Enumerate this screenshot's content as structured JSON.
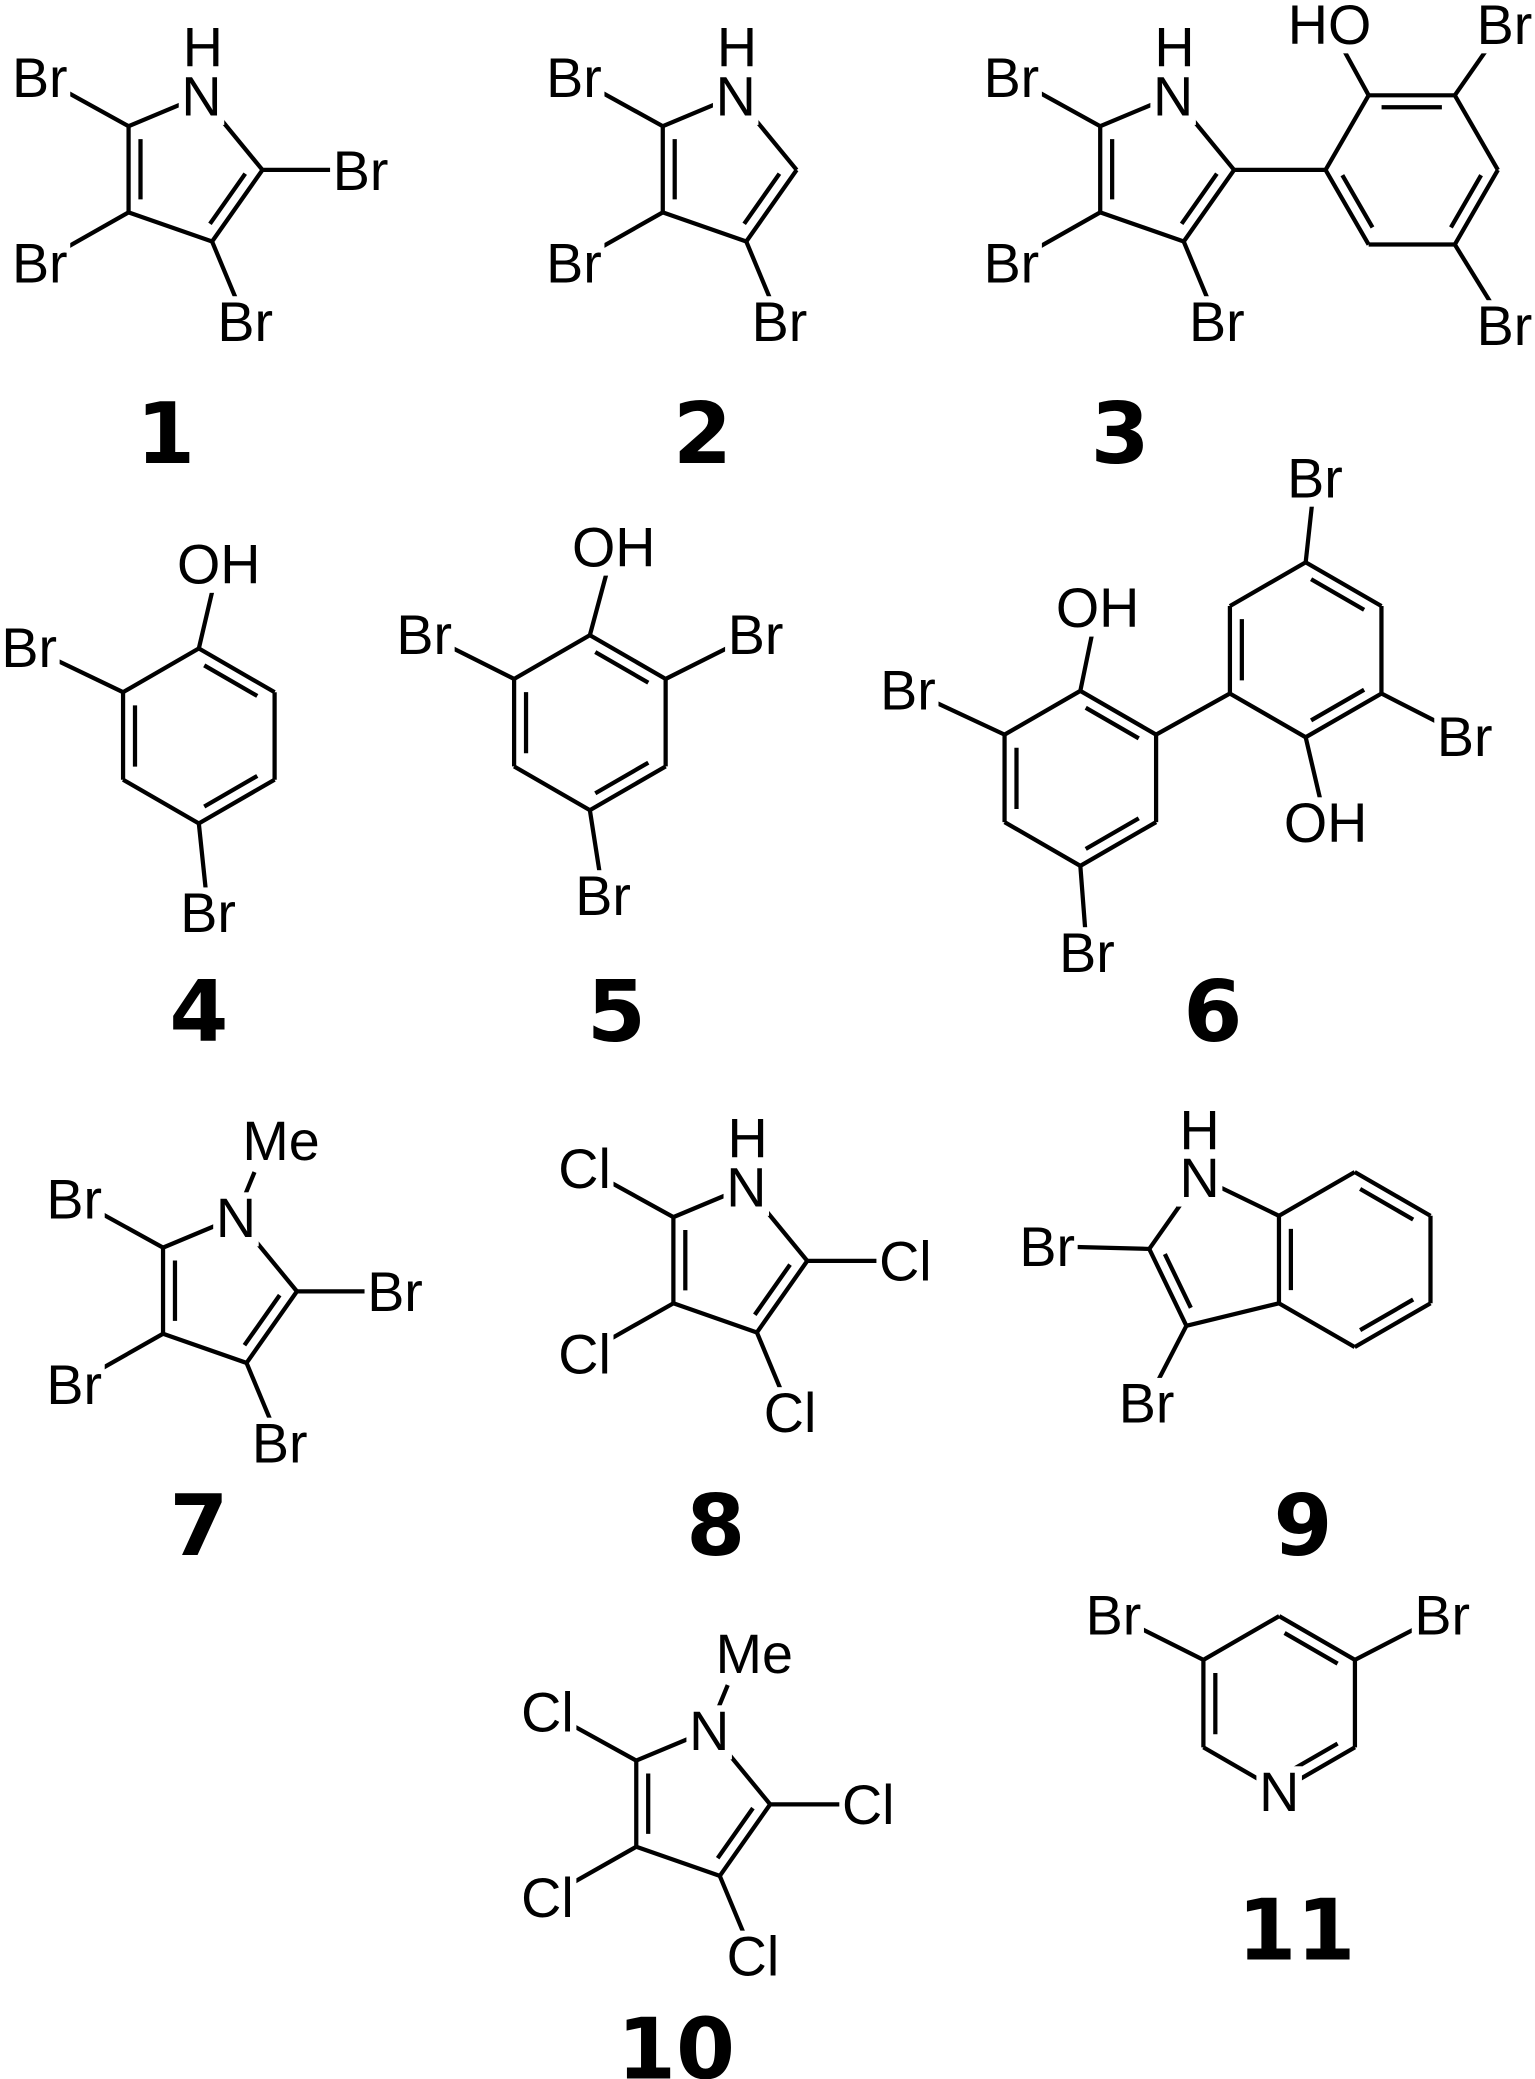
{
  "compounds": [
    {
      "number": "1",
      "labels": [
        "H",
        "N",
        "Br",
        "Br",
        "Br",
        "Br"
      ]
    },
    {
      "number": "2",
      "labels": [
        "H",
        "N",
        "Br",
        "Br",
        "Br"
      ]
    },
    {
      "number": "3",
      "labels": [
        "H",
        "N",
        "Br",
        "Br",
        "Br",
        "HO",
        "Br",
        "Br"
      ]
    },
    {
      "number": "4",
      "labels": [
        "OH",
        "Br",
        "Br"
      ]
    },
    {
      "number": "5",
      "labels": [
        "OH",
        "Br",
        "Br",
        "Br"
      ]
    },
    {
      "number": "6",
      "labels": [
        "OH",
        "Br",
        "Br",
        "Br",
        "Br",
        "OH"
      ]
    },
    {
      "number": "7",
      "labels": [
        "Me",
        "N",
        "Br",
        "Br",
        "Br",
        "Br"
      ]
    },
    {
      "number": "8",
      "labels": [
        "H",
        "N",
        "Cl",
        "Cl",
        "Cl",
        "Cl"
      ]
    },
    {
      "number": "9",
      "labels": [
        "H",
        "N",
        "Br",
        "Br"
      ]
    },
    {
      "number": "10",
      "labels": [
        "Me",
        "N",
        "Cl",
        "Cl",
        "Cl",
        "Cl"
      ]
    },
    {
      "number": "11",
      "labels": [
        "Br",
        "Br",
        "N"
      ]
    }
  ],
  "colors": {
    "ink": "#000000",
    "background": "#ffffff"
  }
}
